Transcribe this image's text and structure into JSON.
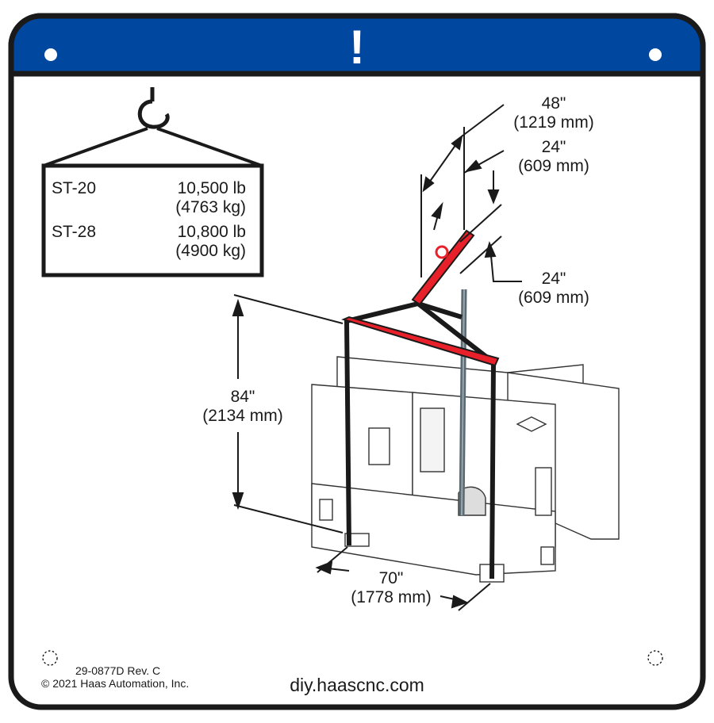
{
  "header": {
    "alert_symbol": "!",
    "background_color": "#0047a0"
  },
  "capacity_table": [
    {
      "model": "ST-20",
      "weight_lb": "10,500 lb",
      "weight_kg": "(4763 kg)"
    },
    {
      "model": "ST-28",
      "weight_lb": "10,800 lb",
      "weight_kg": "(4900 kg)"
    }
  ],
  "dimensions": {
    "beam_length": {
      "imperial": "48\"",
      "metric": "(1219 mm)"
    },
    "hook_offset": {
      "imperial": "24\"",
      "metric": "(609 mm)"
    },
    "beam_offset": {
      "imperial": "24\"",
      "metric": "(609 mm)"
    },
    "height": {
      "imperial": "84\"",
      "metric": "(2134 mm)"
    },
    "width": {
      "imperial": "70\"",
      "metric": "(1778 mm)"
    }
  },
  "footer": {
    "part_number": "29-0877D Rev. C",
    "copyright": "© 2021 Haas Automation, Inc.",
    "website": "diy.haascnc.com"
  },
  "colors": {
    "lifting_beam": "#e8202a",
    "strap": "#1a1a1a",
    "rear_strap": "#5a6a72",
    "frame": "#1a1a1a"
  }
}
